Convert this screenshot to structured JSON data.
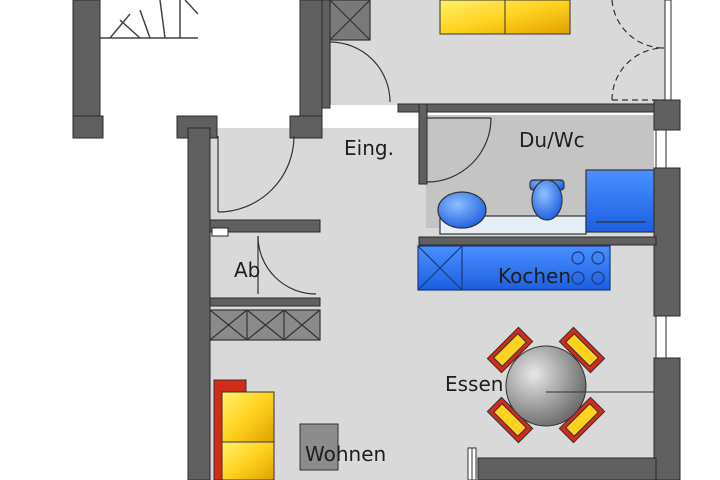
{
  "rooms": {
    "entrance": "Eing.",
    "bathroom": "Du/Wc",
    "storage": "Ab",
    "kitchen": "Kochen",
    "dining": "Essen",
    "living": "Wohnen"
  },
  "colors": {
    "wall": "#606060",
    "floor": "#d9d9d9",
    "bath_floor": "#c2c2c2",
    "kitchen_blue": "#1f6bff",
    "sofa_yellow": "#ffd21f",
    "sofa_red": "#d42a1a",
    "chair_red": "#d42a1a",
    "chair_yellow": "#ffd21f",
    "table_grey": "#8c8c8c"
  }
}
